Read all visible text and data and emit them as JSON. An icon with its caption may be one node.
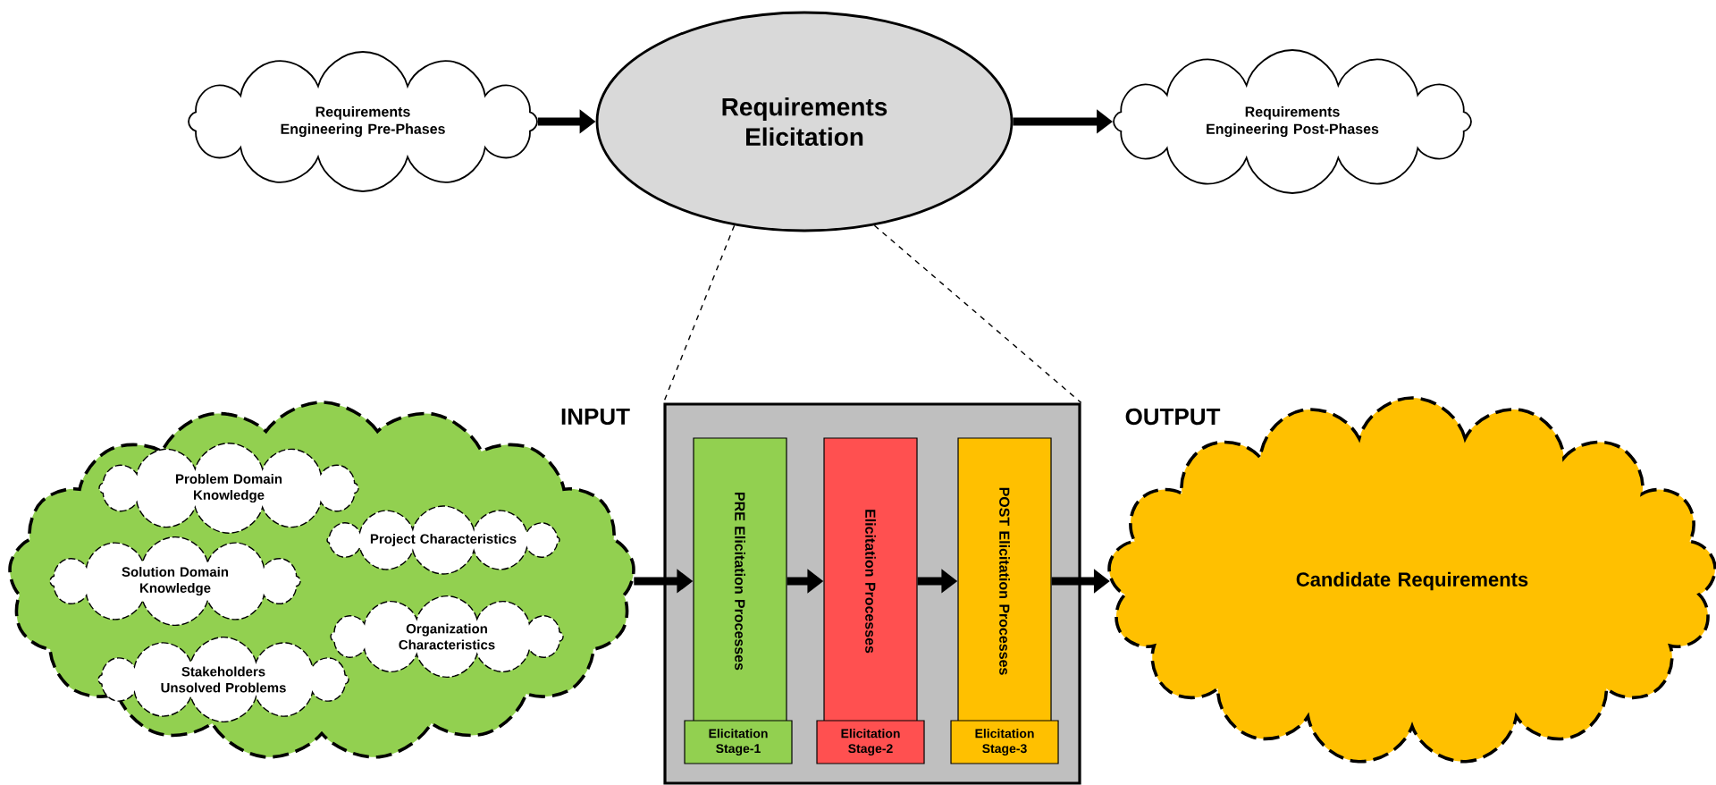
{
  "diagram": {
    "nodes": [
      {
        "text": [
          "Requirements Engineering Pre-Phases"
        ]
      },
      {
        "text": [
          "Requirements Elicitation"
        ]
      },
      {
        "text": [
          "Requirements Engineering Post-Phases"
        ]
      },
      {
        "text": [],
        "shape": "cloud"
      },
      {
        "text": [
          "Problem Domain Knowledge"
        ],
        "in": 3
      },
      {
        "text": [
          "Project Characteristics"
        ],
        "in": 3
      },
      {
        "text": [
          "Solution Domain Knowledge"
        ],
        "in": 3
      },
      {
        "text": [
          "Organization Characteristics"
        ],
        "in": 3
      },
      {
        "text": [
          "Stakeholders Unsolved Problems"
        ],
        "in": 3
      },
      {
        "text": [],
        "shape": "box"
      },
      {
        "text": [
          "**PRE** Elicitation Processes"
        ],
        "in": 9
      },
      {
        "text": [
          "Elicitation Stage-1"
        ],
        "in": 9
      },
      {
        "text": [
          "Elicitation Processes"
        ],
        "in": 9
      },
      {
        "text": [
          "Elicitation Stage-2"
        ],
        "in": 9
      },
      {
        "text": [
          "**POST** Elicitation Processes"
        ],
        "in": 9
      },
      {
        "text": [
          "Elicitation Stage-3"
        ],
        "in": 9
      },
      {
        "text": [
          "Candidate Requirements"
        ]
      }
    ],
    "edges": [
      {
        "from": 0,
        "to": 1,
        "arrow": "to"
      },
      {
        "from": 1,
        "to": 2,
        "arrow": "to"
      },
      {
        "from": 1,
        "to": 9,
        "arrow": "none",
        "style": "dashed"
      },
      {
        "from": 1,
        "to": 9,
        "arrow": "none",
        "style": "dashed"
      },
      {
        "from": 3,
        "to": 10,
        "arrow": "to"
      },
      {
        "from": 10,
        "to": 12,
        "arrow": "to"
      },
      {
        "from": 12,
        "to": 14,
        "arrow": "to"
      },
      {
        "from": 14,
        "to": 16,
        "arrow": "to"
      }
    ],
    "labels": [
      "INPUT",
      "OUTPUT"
    ]
  }
}
